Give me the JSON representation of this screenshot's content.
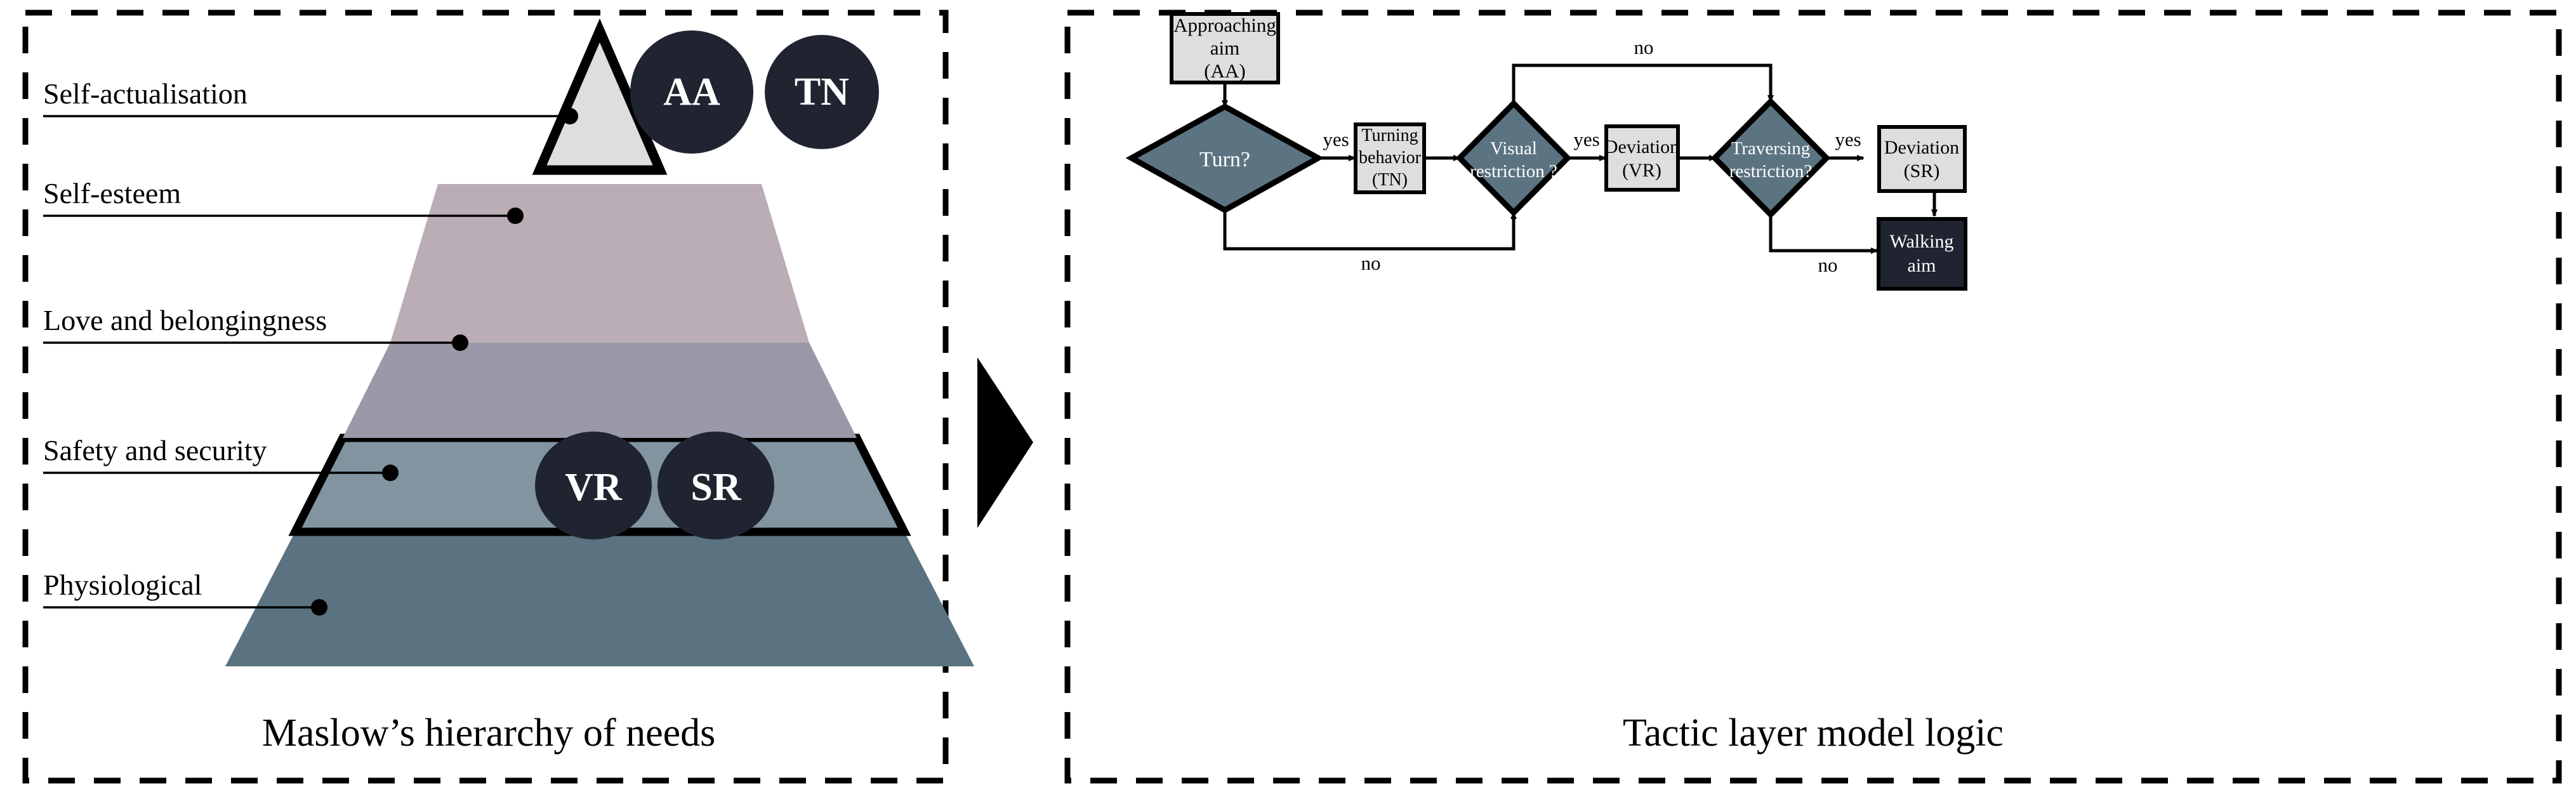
{
  "figure": {
    "panels": [
      {
        "id": "maslow",
        "caption": "Maslow’s hierarchy of needs",
        "levels": [
          {
            "label": "Self-actualisation",
            "color": "#dededf"
          },
          {
            "label": "Self-esteem",
            "color": "#bbadb5"
          },
          {
            "label": "Love and belongingness",
            "color": "#9a99a9"
          },
          {
            "label": "Safety and security",
            "color": "#8194a0"
          },
          {
            "label": "Physiological",
            "color": "#5b7380"
          }
        ],
        "badges_top": [
          {
            "label": "AA"
          },
          {
            "label": "TN"
          }
        ],
        "badges_safety": [
          {
            "label": "VR"
          },
          {
            "label": "SR"
          }
        ]
      },
      {
        "id": "tactic",
        "caption": "Tactic layer model logic",
        "nodes": {
          "approaching_aim": {
            "label": "Approaching\naim\n(AA)",
            "line1": "Approaching",
            "line2": "aim",
            "line3": "(AA)",
            "shape": "box",
            "fill": "#dededf"
          },
          "turn": {
            "label": "Turn?",
            "shape": "diamond",
            "fill": "#5c7482"
          },
          "turning_behavior": {
            "line1": "Turning",
            "line2": "behavior",
            "line3": "(TN)",
            "shape": "box",
            "fill": "#dededf"
          },
          "visual_restriction": {
            "line1": "Visual",
            "line2": "restriction ?",
            "shape": "diamond",
            "fill": "#5c7482"
          },
          "deviation_vr": {
            "line1": "Deviation",
            "line2": "(VR)",
            "shape": "box",
            "fill": "#dededf"
          },
          "traversing_restriction": {
            "line1": "Traversing",
            "line2": "restriction?",
            "shape": "diamond",
            "fill": "#5c7482"
          },
          "deviation_sr": {
            "line1": "Deviation",
            "line2": "(SR)",
            "shape": "box",
            "fill": "#dededf"
          },
          "walking_aim": {
            "line1": "Walking",
            "line2": "aim",
            "shape": "box",
            "fill": "#1f2430"
          }
        },
        "edge_labels": {
          "turn_yes": "yes",
          "turn_no": "no",
          "visual_yes": "yes",
          "visual_no": "no",
          "traversing_yes": "yes",
          "traversing_no": "no"
        }
      }
    ],
    "flow_arrow": {
      "name": "panel-transition-arrow"
    },
    "colors": {
      "badge_fill": "#1f2430",
      "stroke": "#000000",
      "panel_border": "#000000",
      "diamond_fill": "#5c7482",
      "box_fill": "#dededf"
    }
  }
}
